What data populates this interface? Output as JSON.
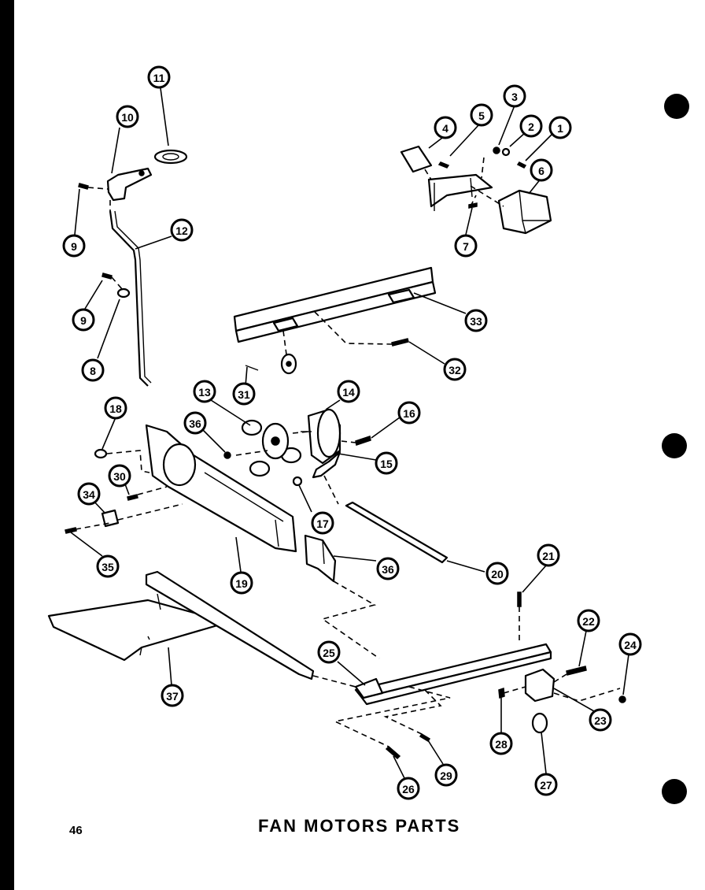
{
  "title": "FAN MOTORS PARTS",
  "page_number": "46",
  "callouts": [
    {
      "label": "1"
    },
    {
      "label": "2"
    },
    {
      "label": "3"
    },
    {
      "label": "4"
    },
    {
      "label": "5"
    },
    {
      "label": "6"
    },
    {
      "label": "7"
    },
    {
      "label": "8"
    },
    {
      "label": "9"
    },
    {
      "label": "9"
    },
    {
      "label": "10"
    },
    {
      "label": "11"
    },
    {
      "label": "12"
    },
    {
      "label": "13"
    },
    {
      "label": "14"
    },
    {
      "label": "15"
    },
    {
      "label": "16"
    },
    {
      "label": "17"
    },
    {
      "label": "18"
    },
    {
      "label": "19"
    },
    {
      "label": "20"
    },
    {
      "label": "21"
    },
    {
      "label": "22"
    },
    {
      "label": "23"
    },
    {
      "label": "24"
    },
    {
      "label": "25"
    },
    {
      "label": "26"
    },
    {
      "label": "27"
    },
    {
      "label": "28"
    },
    {
      "label": "29"
    },
    {
      "label": "30"
    },
    {
      "label": "31"
    },
    {
      "label": "32"
    },
    {
      "label": "33"
    },
    {
      "label": "34"
    },
    {
      "label": "35"
    },
    {
      "label": "36"
    },
    {
      "label": "36"
    },
    {
      "label": "37"
    }
  ]
}
